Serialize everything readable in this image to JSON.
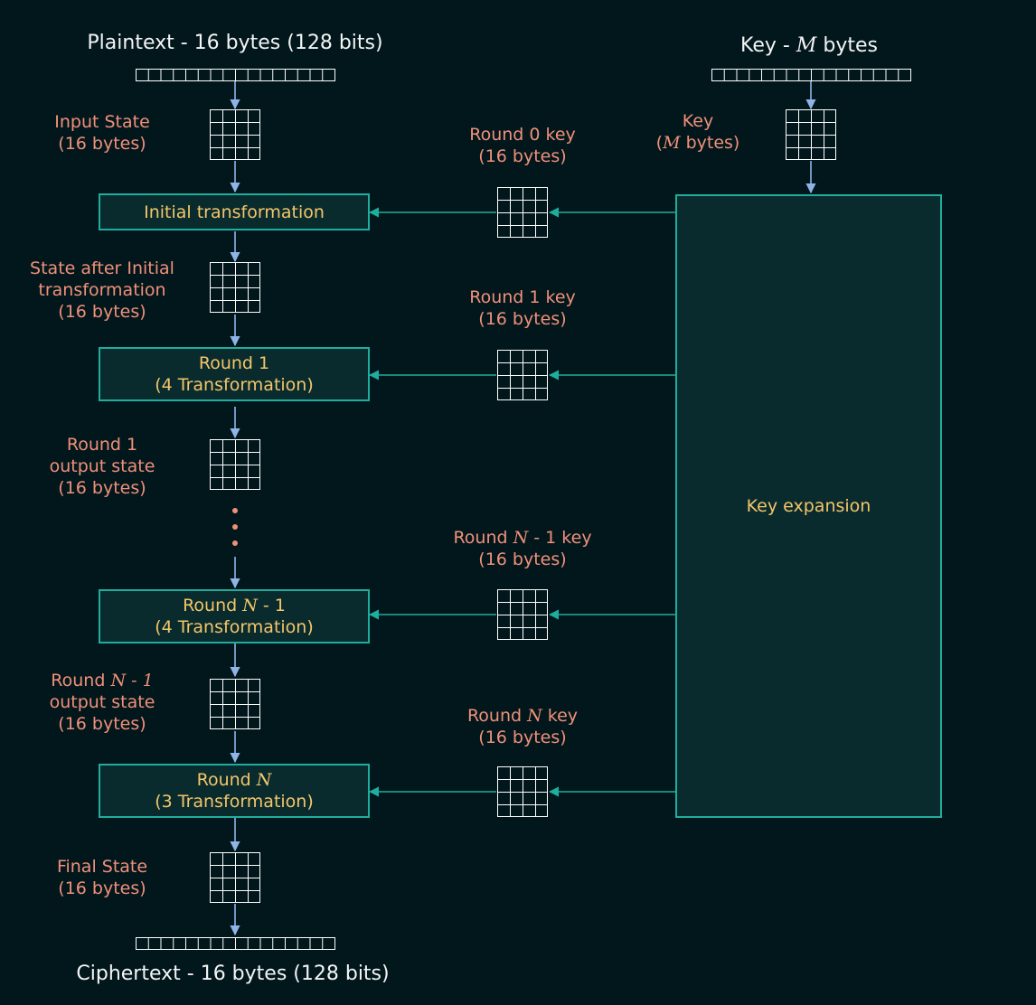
{
  "plaintext_label": "Plaintext - 16 bytes (128 bits)",
  "key_label": {
    "prefix": "Key - ",
    "var": "M",
    "suffix": " bytes"
  },
  "ciphertext_label": "Ciphertext - 16 bytes (128 bits)",
  "state_labels": {
    "input": [
      "Input State",
      "(16 bytes)"
    ],
    "after_initial": [
      "State after Initial",
      "transformation",
      "(16 bytes)"
    ],
    "round1_output": [
      "Round 1",
      "output state",
      "(16 bytes)"
    ],
    "roundN1_output": {
      "line1_prefix": "Round ",
      "line1_var": "N - 1",
      "line2": "output state",
      "line3": "(16 bytes)"
    },
    "final": [
      "Final State",
      "(16 bytes)"
    ]
  },
  "key_block_label": {
    "line1": "Key",
    "line2_prefix": "(",
    "line2_var": "M",
    "line2_suffix": " bytes)"
  },
  "round_key_labels": {
    "round0": [
      "Round 0 key",
      "(16 bytes)"
    ],
    "round1": [
      "Round 1 key",
      "(16 bytes)"
    ],
    "roundN1": {
      "prefix": "Round ",
      "var": "N",
      "suffix": " - 1 key",
      "line2": "(16 bytes)"
    },
    "roundN": {
      "prefix": "Round ",
      "var": "N",
      "suffix": " key",
      "line2": "(16 bytes)"
    }
  },
  "boxes": {
    "initial": "Initial transformation",
    "round1": [
      "Round 1",
      "(4 Transformation)"
    ],
    "roundN1": {
      "prefix": "Round ",
      "var": "N",
      "suffix": " - 1",
      "line2": "(4 Transformation)"
    },
    "roundN": {
      "prefix": "Round ",
      "var": "N",
      "suffix": "",
      "line2": "(3 Transformation)"
    }
  },
  "key_expansion_label": "Key expansion",
  "colors": {
    "background": "#02171c",
    "box_border": "#1fae9e",
    "box_fill": "#0a2b2e",
    "box_text": "#f3c669",
    "state_label": "#f0907a",
    "title_text": "#f3f4f5",
    "flow_arrow": "#8fb4e8",
    "key_arrow": "#1fae9e"
  }
}
